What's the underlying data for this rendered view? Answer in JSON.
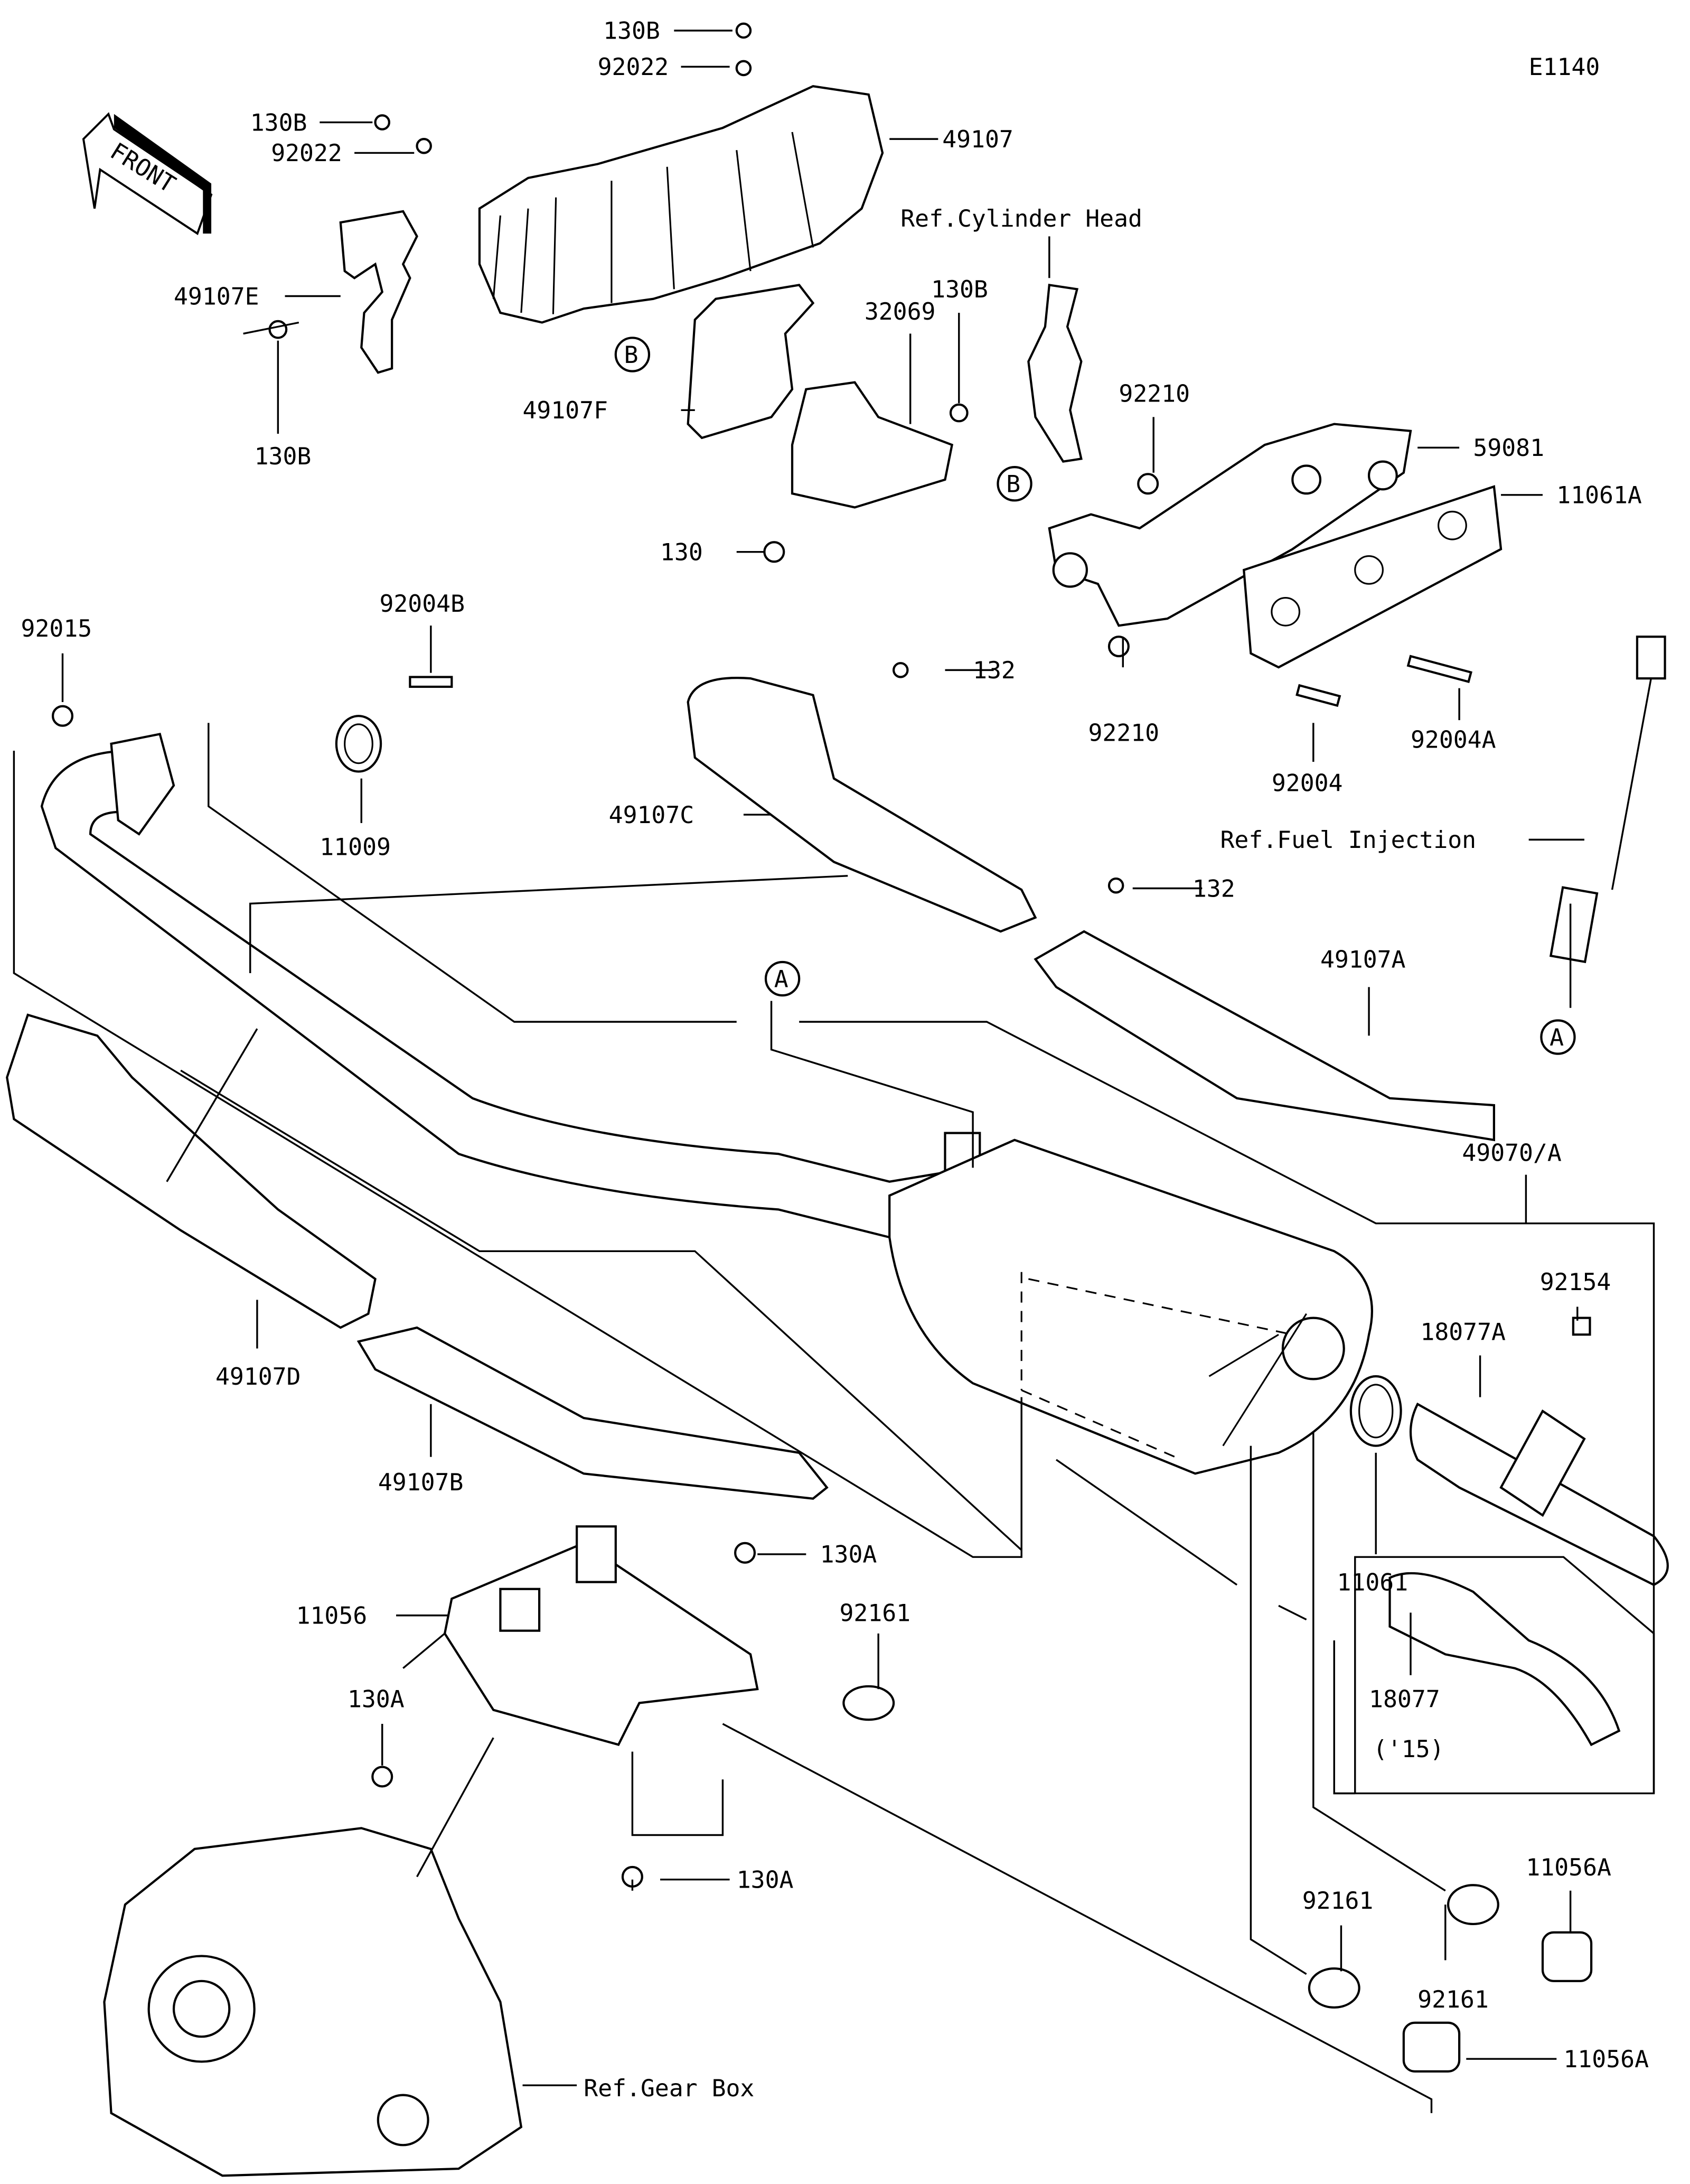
{
  "diagram_code": "E1140",
  "front_arrow": "FRONT",
  "labels": {
    "b130_top": "130B",
    "w92022_top": "92022",
    "b130_left": "130B",
    "w92022_left": "92022",
    "p49107": "49107",
    "ref_cyl": "Ref.Cylinder Head",
    "p49107E": "49107E",
    "p32069": "32069",
    "b130_mid": "130B",
    "n92210_top": "92210",
    "b130_low": "130B",
    "p49107F": "49107F",
    "p59081": "59081",
    "p11061A": "11061A",
    "b130": "130",
    "n92015": "92015",
    "s92004B": "92004B",
    "b132_a": "132",
    "n92210_low": "92210",
    "s92004A": "92004A",
    "s92004": "92004",
    "g11009": "11009",
    "p49107C": "49107C",
    "ref_fuel": "Ref.Fuel Injection",
    "b132_b": "132",
    "p49107A": "49107A",
    "p49070A": "49070/A",
    "b92154": "92154",
    "p18077A": "18077A",
    "p49107D": "49107D",
    "g11061": "11061",
    "p49107B": "49107B",
    "b130A_a": "130A",
    "c92161_a": "92161",
    "p11056": "11056",
    "p18077": "18077",
    "year15": "('15)",
    "b130A_b": "130A",
    "b130A_c": "130A",
    "p11056A_a": "11056A",
    "c92161_b": "92161",
    "c92161_c": "92161",
    "p11056A_b": "11056A",
    "ref_gear": "Ref.Gear Box"
  },
  "markers": {
    "A": "A",
    "B": "B"
  }
}
